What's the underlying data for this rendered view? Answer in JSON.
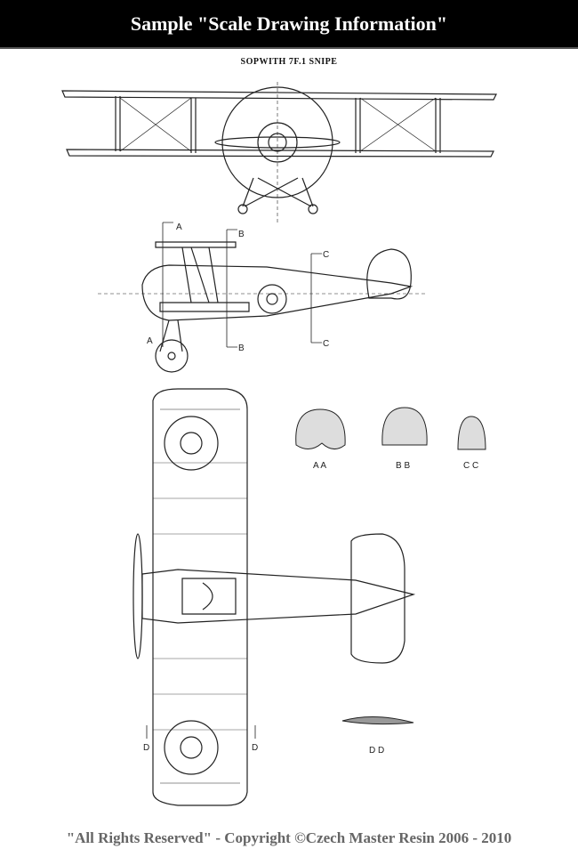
{
  "header": {
    "title": "Sample \"Scale Drawing Information\""
  },
  "drawing": {
    "title": "SOPWITH 7F.1 SNIPE",
    "section_marks": {
      "a": "A",
      "b": "B",
      "c": "C",
      "d": "D"
    },
    "section_labels": {
      "aa": "A A",
      "bb": "B B",
      "cc": "C C",
      "dd": "D D"
    }
  },
  "footer": {
    "copyright": "\"All Rights Reserved\" - Copyright ©Czech Master Resin 2006 - 2010"
  }
}
